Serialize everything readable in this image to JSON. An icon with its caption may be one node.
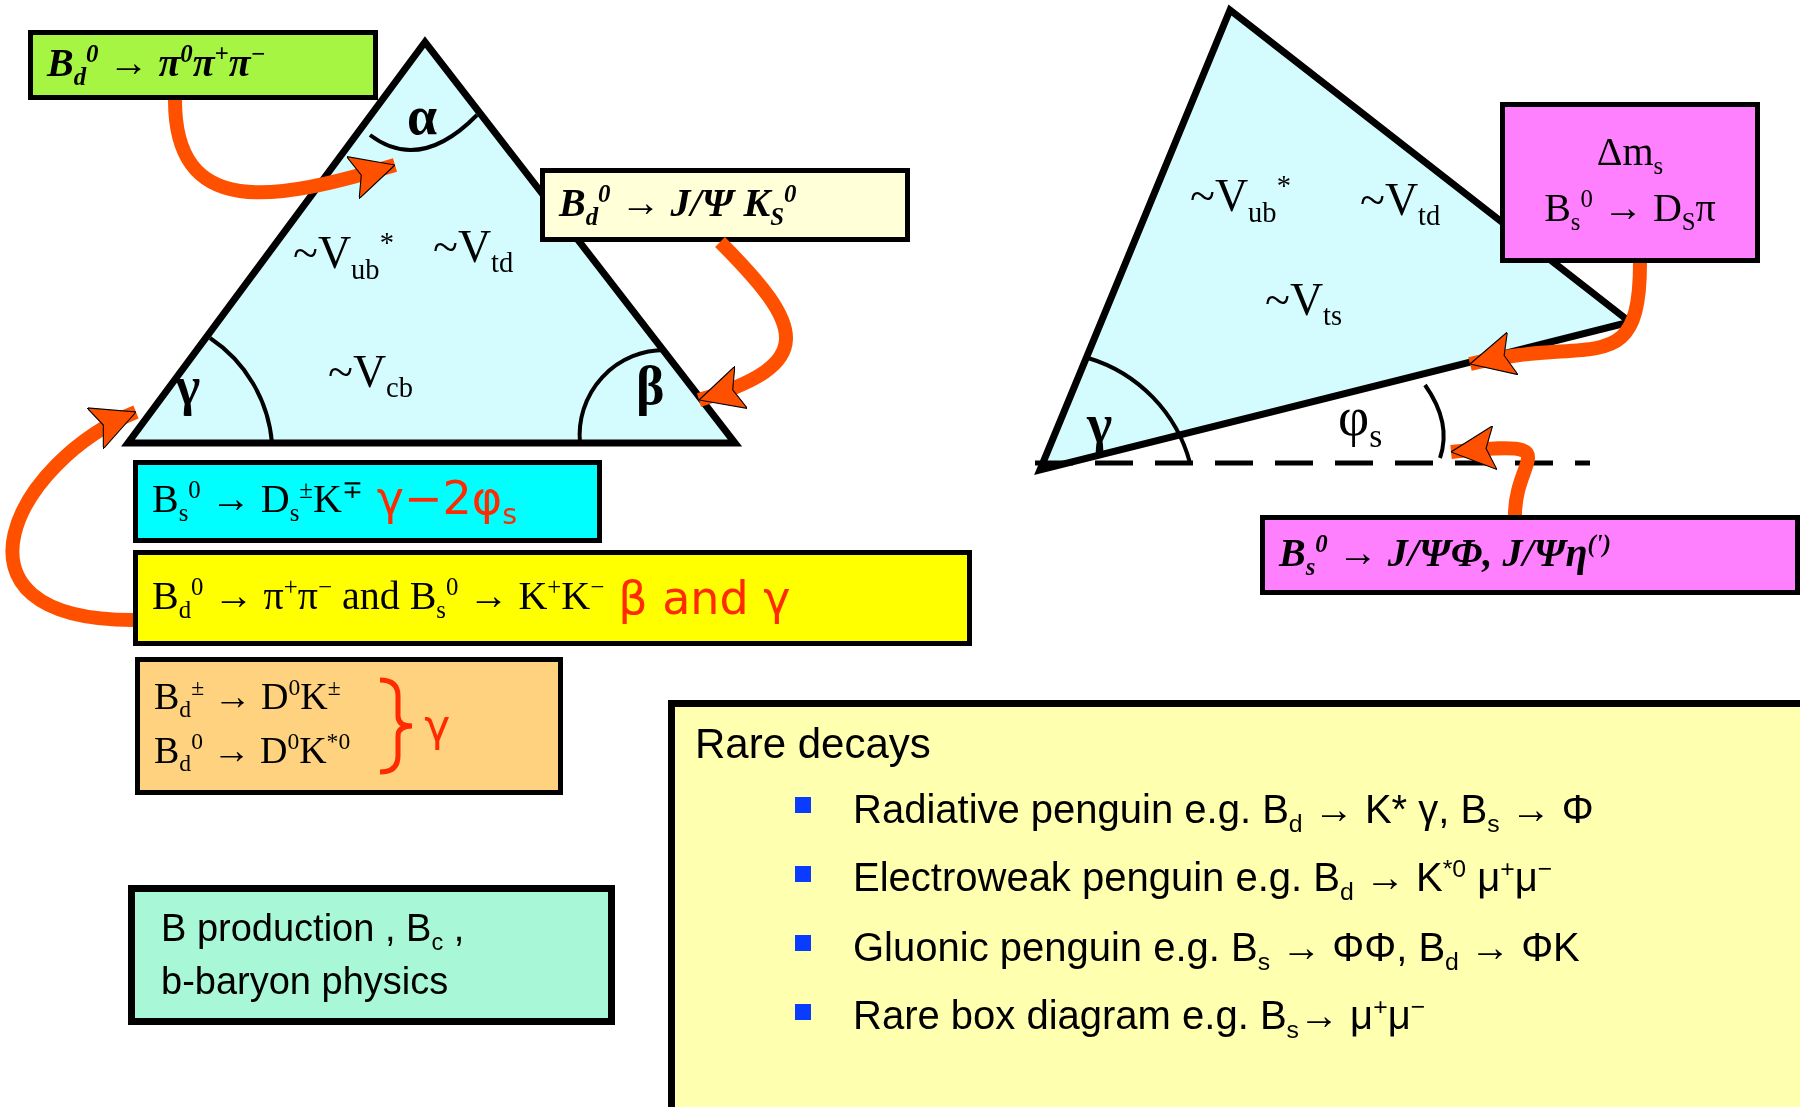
{
  "diagram": {
    "nodes": [
      {
        "text": [
          "B$_{d}$$^{0}$ → π$^{0}$π$^{+}$π$^{−}$"
        ]
      },
      {
        "text": [
          "~V$_{ub}$$^{*}$",
          "~V$_{td}$",
          "~V$_{cb}$"
        ]
      },
      {
        "text": [
          "α"
        ],
        "in": 1
      },
      {
        "text": [
          "γ"
        ],
        "in": 1
      },
      {
        "text": [
          "β"
        ],
        "in": 1
      },
      {
        "text": [
          "B$_{d}$$^{0}$ → J/Ψ K$_{S}$$^{0}$"
        ]
      },
      {
        "text": [
          "B$_{s}$$^{0}$ → D$_{s}$$^{±}$K$^{∓}$",
          "γ−2φ$_{s}$"
        ]
      },
      {
        "text": [
          "B$_{d}$$^{0}$ → π$^{+}$π$^{−}$ and B$_{s}$$^{0}$ → K$^{+}$K$^{−}$",
          "β and γ"
        ]
      },
      {
        "text": [
          "B$_{d}$$^{±}$ → D$^{0}$K$^{±}$",
          "B$_{d}$$^{0}$ → D$^{0}$K$^{*0}$",
          "γ"
        ]
      },
      {
        "text": [
          "~V$_{ub}$$^{*}$",
          "~V$_{td}$",
          "~V$_{ts}$"
        ]
      },
      {
        "text": [
          "γ"
        ],
        "in": 9
      },
      {
        "text": [
          "φ$_{s}$"
        ]
      },
      {
        "text": [
          "Δm$_{s}$",
          "B$_{s}$$^{0}$ → D$_{S}$π"
        ]
      },
      {
        "text": [
          "B$_{s}$$^{0}$ → J/ΨΦ, J/Ψη$^{(')}$"
        ]
      },
      {
        "text": [
          "B production , B$_{c}$ , b-baryon physics"
        ]
      },
      {
        "text": [
          "Rare decays",
          "Radiative penguin e.g. B$_{d}$ → K* γ, B$_{s}$ → Φ",
          "Electroweak penguin e.g. B$_{d}$ → K$^{*0}$ μ$^{+}$μ$^{−}$",
          "Gluonic penguin e.g. B$_{s}$ → ΦΦ, B$_{d}$ → ΦK",
          "Rare box diagram e.g. B$_{s}$→ μ$^{+}$μ$^{−}$"
        ]
      }
    ],
    "edges": [
      {
        "from": 0,
        "to": 2,
        "arrow": "to"
      },
      {
        "from": 5,
        "to": 4,
        "arrow": "to"
      },
      {
        "from": 7,
        "to": 3,
        "arrow": "to"
      },
      {
        "from": 12,
        "to": 9,
        "arrow": "to"
      },
      {
        "from": 13,
        "to": 11,
        "arrow": "to"
      }
    ]
  }
}
